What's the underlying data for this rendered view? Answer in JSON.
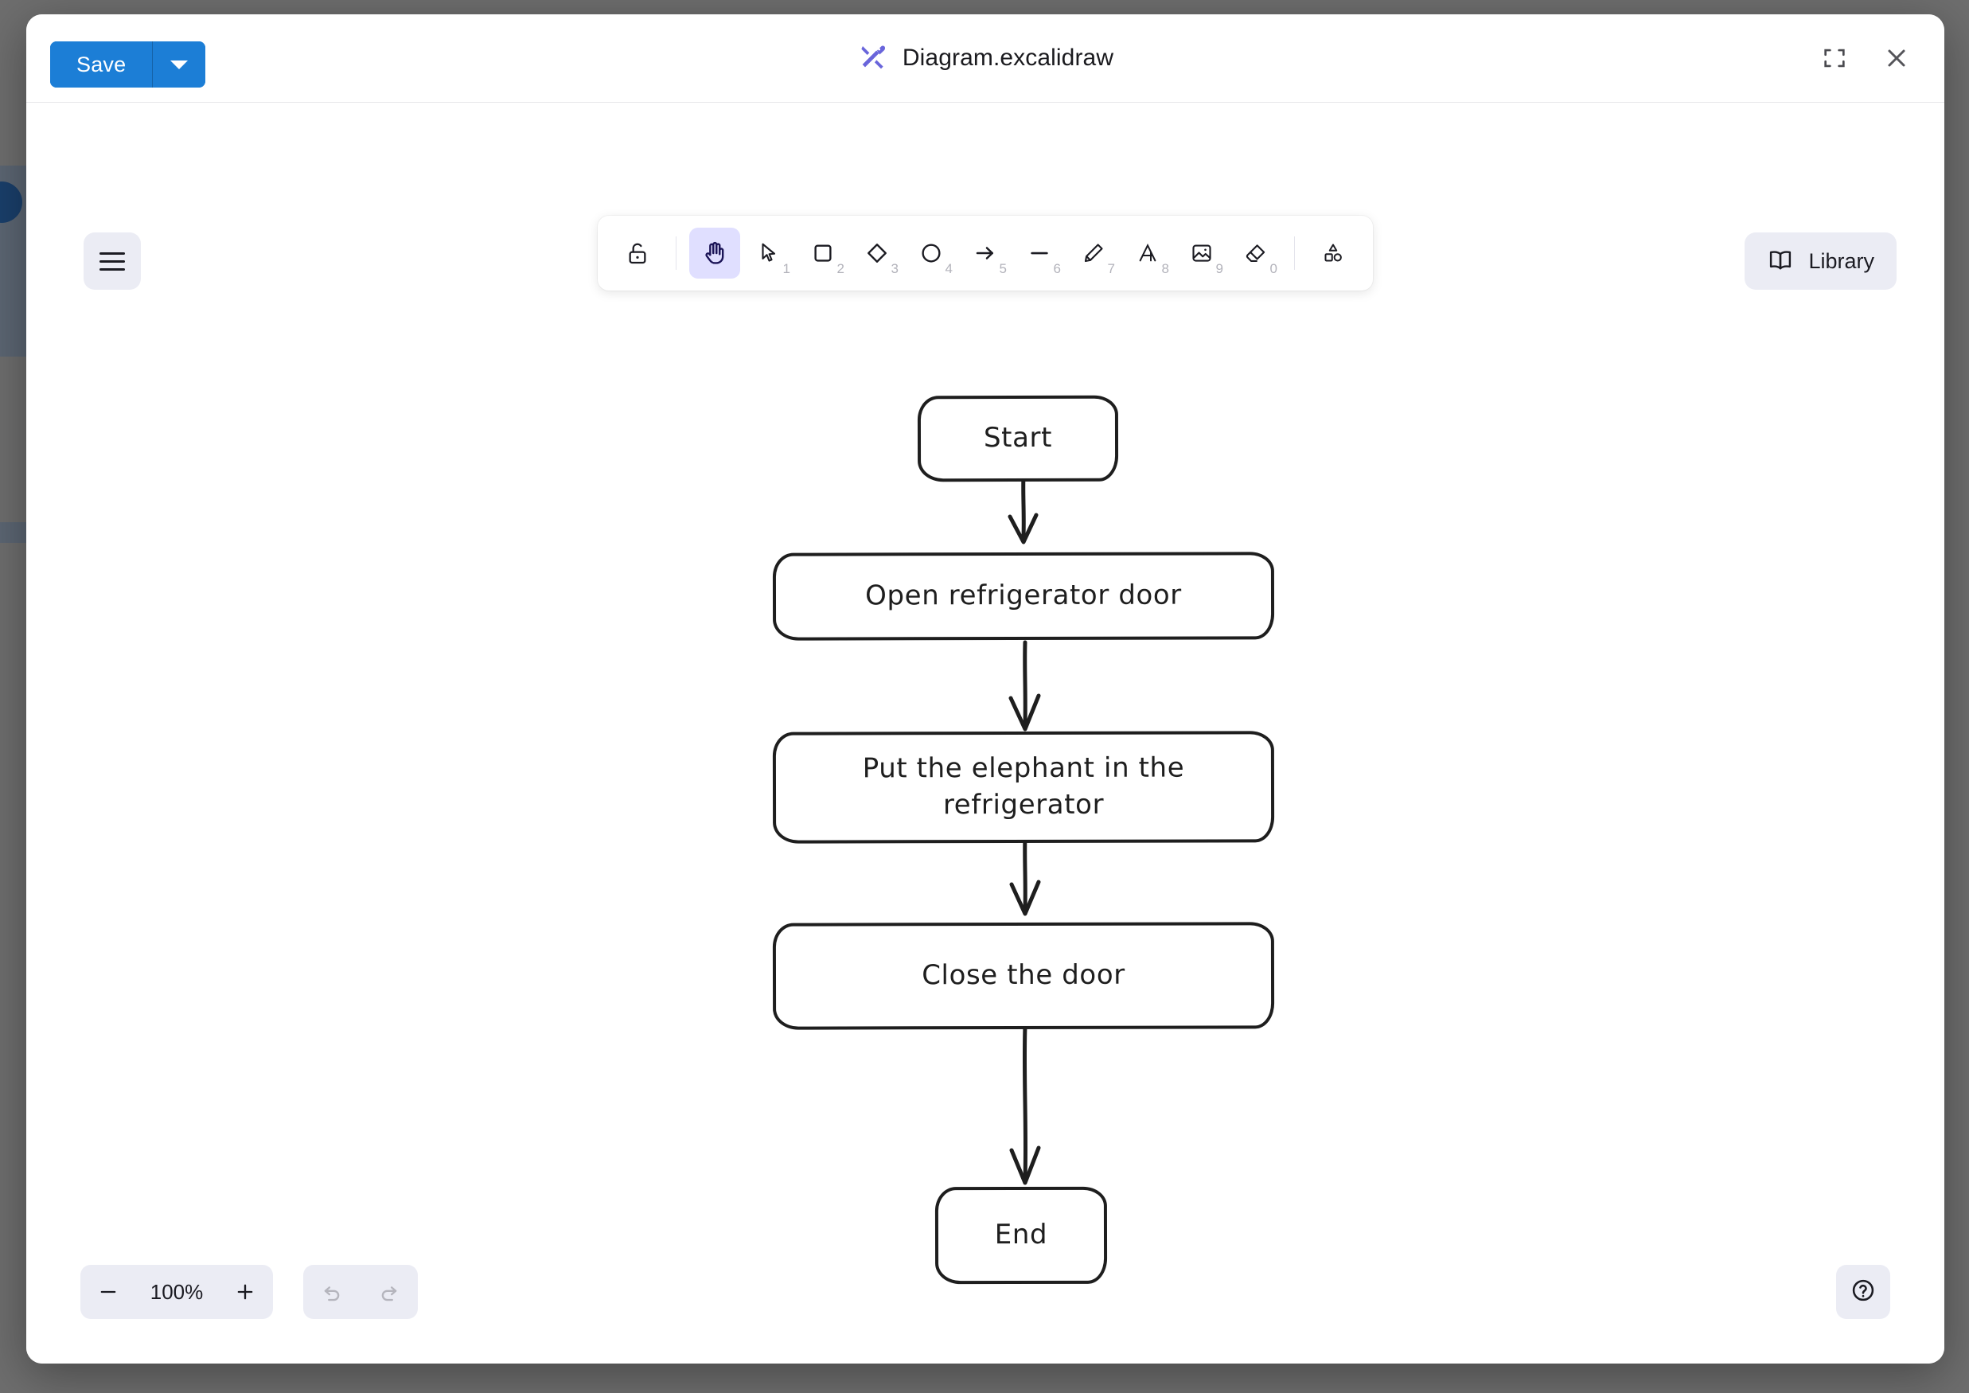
{
  "window": {
    "title": "Diagram.excalidraw",
    "logo_icon": "excalidraw-logo-icon",
    "fullscreen_icon": "fullscreen-icon",
    "close_icon": "close-icon"
  },
  "toolbar_header": {
    "save_label": "Save",
    "save_dropdown_icon": "chevron-down-icon"
  },
  "editor": {
    "menu_icon": "hamburger-menu-icon",
    "library_label": "Library",
    "library_icon": "book-icon",
    "help_icon": "question-circle-icon",
    "zoom_out_icon": "minus-icon",
    "zoom_in_icon": "plus-icon",
    "zoom_level": "100%",
    "undo_icon": "undo-arrow-icon",
    "redo_icon": "redo-arrow-icon"
  },
  "tools": [
    {
      "name": "lock-icon",
      "label": "Keep selected tool active after drawing",
      "badge": "",
      "active": false,
      "sep_after": true
    },
    {
      "name": "hand-tool-icon",
      "label": "Hand (panning tool)",
      "badge": "",
      "active": true,
      "sep_after": false
    },
    {
      "name": "selection-tool-icon",
      "label": "Selection",
      "badge": "1",
      "active": false,
      "sep_after": false
    },
    {
      "name": "rectangle-tool-icon",
      "label": "Rectangle",
      "badge": "2",
      "active": false,
      "sep_after": false
    },
    {
      "name": "diamond-tool-icon",
      "label": "Diamond",
      "badge": "3",
      "active": false,
      "sep_after": false
    },
    {
      "name": "ellipse-tool-icon",
      "label": "Ellipse",
      "badge": "4",
      "active": false,
      "sep_after": false
    },
    {
      "name": "arrow-tool-icon",
      "label": "Arrow",
      "badge": "5",
      "active": false,
      "sep_after": false
    },
    {
      "name": "line-tool-icon",
      "label": "Line",
      "badge": "6",
      "active": false,
      "sep_after": false
    },
    {
      "name": "draw-tool-icon",
      "label": "Draw",
      "badge": "7",
      "active": false,
      "sep_after": false
    },
    {
      "name": "text-tool-icon",
      "label": "Text",
      "badge": "8",
      "active": false,
      "sep_after": false
    },
    {
      "name": "image-tool-icon",
      "label": "Insert image",
      "badge": "9",
      "active": false,
      "sep_after": false
    },
    {
      "name": "eraser-tool-icon",
      "label": "Eraser",
      "badge": "0",
      "active": false,
      "sep_after": true
    },
    {
      "name": "shapes-tool-icon",
      "label": "More tools",
      "badge": "",
      "active": false,
      "sep_after": false
    }
  ],
  "diagram": {
    "type": "flowchart",
    "nodes": [
      {
        "id": "start",
        "text": "Start",
        "shape": "rounded-rectangle"
      },
      {
        "id": "open",
        "text": "Open refrigerator door",
        "shape": "rounded-rectangle"
      },
      {
        "id": "put",
        "text": "Put the elephant in the refrigerator",
        "shape": "rounded-rectangle"
      },
      {
        "id": "close",
        "text": "Close the door",
        "shape": "rounded-rectangle"
      },
      {
        "id": "end",
        "text": "End",
        "shape": "rounded-rectangle"
      }
    ],
    "edges": [
      {
        "from": "start",
        "to": "open"
      },
      {
        "from": "open",
        "to": "put"
      },
      {
        "from": "put",
        "to": "close"
      },
      {
        "from": "close",
        "to": "end"
      }
    ]
  },
  "colors": {
    "accent_blue": "#1c7ed6",
    "tool_active_bg": "#e0dfff",
    "island_bg": "#ebecf4",
    "stroke": "#1e1e1e",
    "logo_purple": "#6965db",
    "backdrop": "#6e6e6e"
  }
}
